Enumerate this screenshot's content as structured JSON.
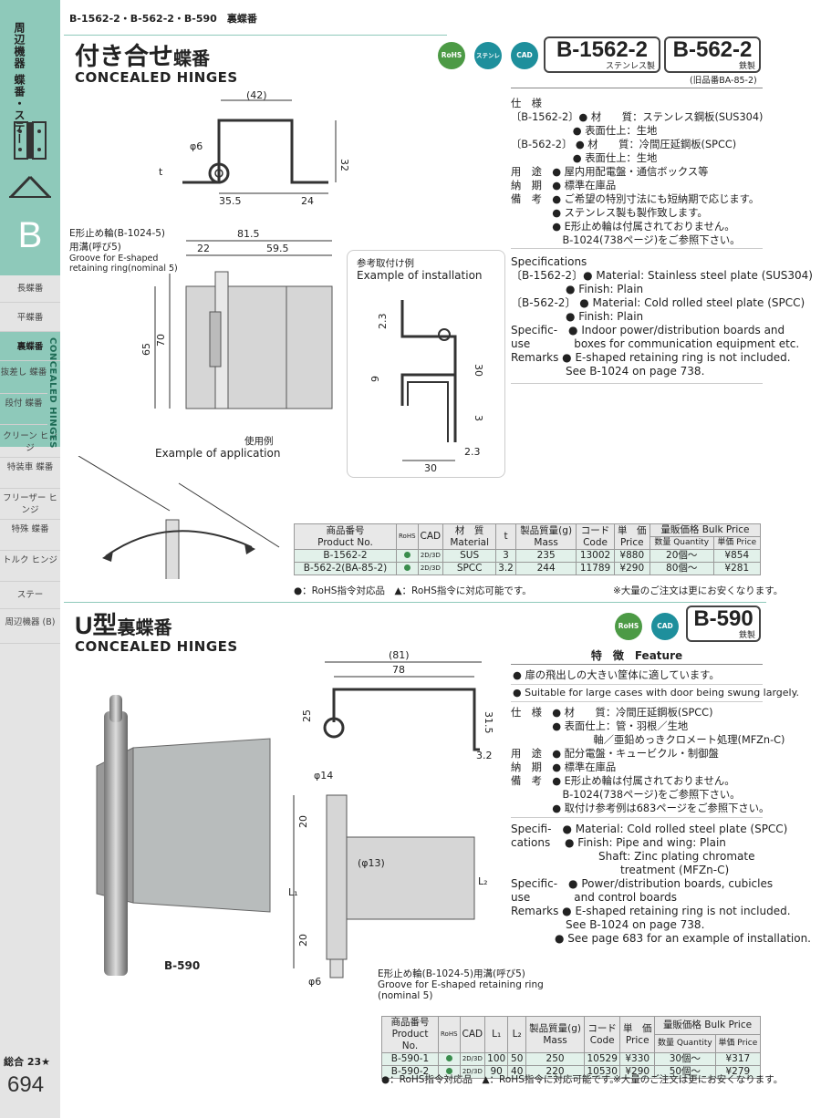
{
  "sidebar": {
    "category": "周辺機器 蝶番・ステー",
    "letter": "B",
    "items": [
      "長蝶番",
      "平蝶番",
      "裏蝶番",
      "抜差し 蝶番",
      "段付 蝶番",
      "クリーン ヒンジ",
      "特装車 蝶番",
      "フリーザー ヒンジ",
      "特殊 蝶番",
      "トルク ヒンジ",
      "ステー",
      "周辺機器 (B)"
    ],
    "vertical_label": "CONCEALED HINGES",
    "total": "総合 23★",
    "page": "694"
  },
  "section1": {
    "breadcrumb": "B-1562-2・B-562-2・B-590　裏蝶番",
    "title_jp": "付き合せ",
    "title_jp2": "蝶番",
    "title_en": "CONCEALED HINGES",
    "badges": [
      "RoHS",
      "ステンレス",
      "CAD"
    ],
    "product1": {
      "code": "B-1562-2",
      "sub": "ステンレス製"
    },
    "product2": {
      "code": "B-562-2",
      "sub": "鉄製",
      "sub2": "(旧品番BA-85-2)"
    },
    "dims_top": {
      "d42": "(42)",
      "phi6": "φ6",
      "t": "t",
      "d32": "32",
      "d355": "35.5",
      "d24": "24"
    },
    "dims_front": {
      "ring_jp": "E形止め輪(B-1024-5)",
      "ring_jp2": "用溝(呼び5)",
      "ring_en": "Groove for E-shaped",
      "ring_en2": "retaining ring(nominal 5)",
      "d815": "81.5",
      "d22": "22",
      "d595": "59.5",
      "d65": "65",
      "d70": "70"
    },
    "install": {
      "title_jp": "参考取付け例",
      "title_en": "Example of installation",
      "d23a": "2.3",
      "d30a": "30",
      "d9": "9",
      "d3": "3",
      "d23b": "2.3",
      "d30b": "30"
    },
    "application": {
      "title_jp": "使用例",
      "title_en": "Example of application"
    },
    "spec_jp": "仕　様\n〔B-1562-2〕● 材　　質：ステンレス鋼板(SUS304)\n　　　　　　● 表面仕上：生地\n〔B-562-2〕 ● 材　　質：冷間圧延鋼板(SPCC)\n　　　　　　● 表面仕上：生地\n用　途　● 屋内用配電盤・通信ボックス等\n納　期　● 標準在庫品\n備　考　● ご希望の特別寸法にも短納期で応じます。\n　　　　● ステンレス製も製作致します。\n　　　　● E形止め輪は付属されておりません。\n　　　　　B-1024(738ページ)をご参照下さい。",
    "spec_en": "Specifications\n〔B-1562-2〕● Material: Stainless steel plate (SUS304)\n　　　　　● Finish: Plain\n〔B-562-2〕 ● Material: Cold rolled steel plate (SPCC)\n　　　　　● Finish: Plain\nSpecific-　● Indoor power/distribution boards and\nuse　　　　boxes for communication equipment etc.\nRemarks ● E-shaped retaining ring is not included.\n　　　　　See B-1024 on page 738.",
    "table": {
      "headers": {
        "prod_jp": "商品番号",
        "prod_en": "Product No.",
        "cad": "CAD",
        "mat_jp": "材　質",
        "mat_en": "Material",
        "t": "t",
        "mass_jp": "製品質量(g)",
        "mass_en": "Mass",
        "code_jp": "コード",
        "code_en": "Code",
        "price_jp": "単　価",
        "price_en": "Price",
        "bulk": "量販価格 Bulk Price",
        "qty": "数量 Quantity",
        "unit": "単価 Price"
      },
      "rows": [
        {
          "product": "B-1562-2",
          "cad": "2D/3D",
          "material": "SUS",
          "t": "3",
          "mass": "235",
          "code": "13002",
          "price": "¥880",
          "qty": "20個～",
          "bulk": "¥854"
        },
        {
          "product": "B-562-2(BA-85-2)",
          "cad": "2D/3D",
          "material": "SPCC",
          "t": "3.2",
          "mass": "244",
          "code": "11789",
          "price": "¥290",
          "qty": "80個～",
          "bulk": "¥281"
        }
      ],
      "note_left": "●：RoHS指令対応品　▲：RoHS指令に対応可能です。",
      "note_right": "※大量のご注文は更にお安くなります。"
    }
  },
  "section2": {
    "title_jp": "U型",
    "title_jp2": "裏蝶番",
    "title_en": "CONCEALED HINGES",
    "badges": [
      "RoHS",
      "CAD"
    ],
    "product": {
      "code": "B-590",
      "sub": "鉄製"
    },
    "photo_label": "B-590",
    "dims_top": {
      "d81": "(81)",
      "d78": "78",
      "d25": "25",
      "d315": "31.5",
      "d32": "3.2"
    },
    "dims_front": {
      "phi14": "φ14",
      "d20a": "20",
      "phi13": "(φ13)",
      "L1": "L₁",
      "L2": "L₂",
      "d20b": "20",
      "phi6": "φ6",
      "ring_jp": "E形止め輪(B-1024-5)用溝(呼び5)",
      "ring_en": "Groove for E-shaped retaining ring",
      "ring_en2": "(nominal 5)"
    },
    "feature_title": "特　徴　Feature",
    "feature_jp": "● 扉の飛出しの大きい筐体に適しています。",
    "feature_en": "● Suitable for large cases with door being swung largely.",
    "spec_jp": "仕　様　● 材　　質：冷間圧延鋼板(SPCC)\n　　　　● 表面仕上：管・羽根／生地\n　　　　　　　　軸／亜鉛めっきクロメート処理(MFZn-C)\n用　途　● 配分電盤・キュービクル・制御盤\n納　期　● 標準在庫品\n備　考　● E形止め輪は付属されておりません。\n　　　　　B-1024(738ページ)をご参照下さい。\n　　　　● 取付け参考例は683ページをご参照下さい。",
    "spec_en": "Specifi-　● Material: Cold rolled steel plate (SPCC)\ncations　 ● Finish: Pipe and wing: Plain\n　　　　　　　　Shaft: Zinc plating chromate\n　　　　　　　　　　treatment (MFZn-C)\nSpecific-　● Power/distribution boards, cubicles\nuse　　　　and control boards\nRemarks ● E-shaped retaining ring is not included.\n　　　　　See B-1024 on page 738.\n　　　　● See page 683 for an example of installation.",
    "table": {
      "headers": {
        "prod_jp": "商品番号",
        "prod_en": "Product No.",
        "cad": "CAD",
        "l1": "L₁",
        "l2": "L₂",
        "mass_jp": "製品質量(g)",
        "mass_en": "Mass",
        "code_jp": "コード",
        "code_en": "Code",
        "price_jp": "単　価",
        "price_en": "Price",
        "bulk": "量販価格 Bulk Price",
        "qty": "数量 Quantity",
        "unit": "単価 Price"
      },
      "rows": [
        {
          "product": "B-590-1",
          "cad": "2D/3D",
          "l1": "100",
          "l2": "50",
          "mass": "250",
          "code": "10529",
          "price": "¥330",
          "qty": "30個～",
          "bulk": "¥317"
        },
        {
          "product": "B-590-2",
          "cad": "2D/3D",
          "l1": "90",
          "l2": "40",
          "mass": "220",
          "code": "10530",
          "price": "¥290",
          "qty": "50個～",
          "bulk": "¥279"
        }
      ],
      "note_left": "●：RoHS指令対応品　▲：RoHS指令に対応可能です。",
      "note_right": "※大量のご注文は更にお安くなります。"
    }
  }
}
